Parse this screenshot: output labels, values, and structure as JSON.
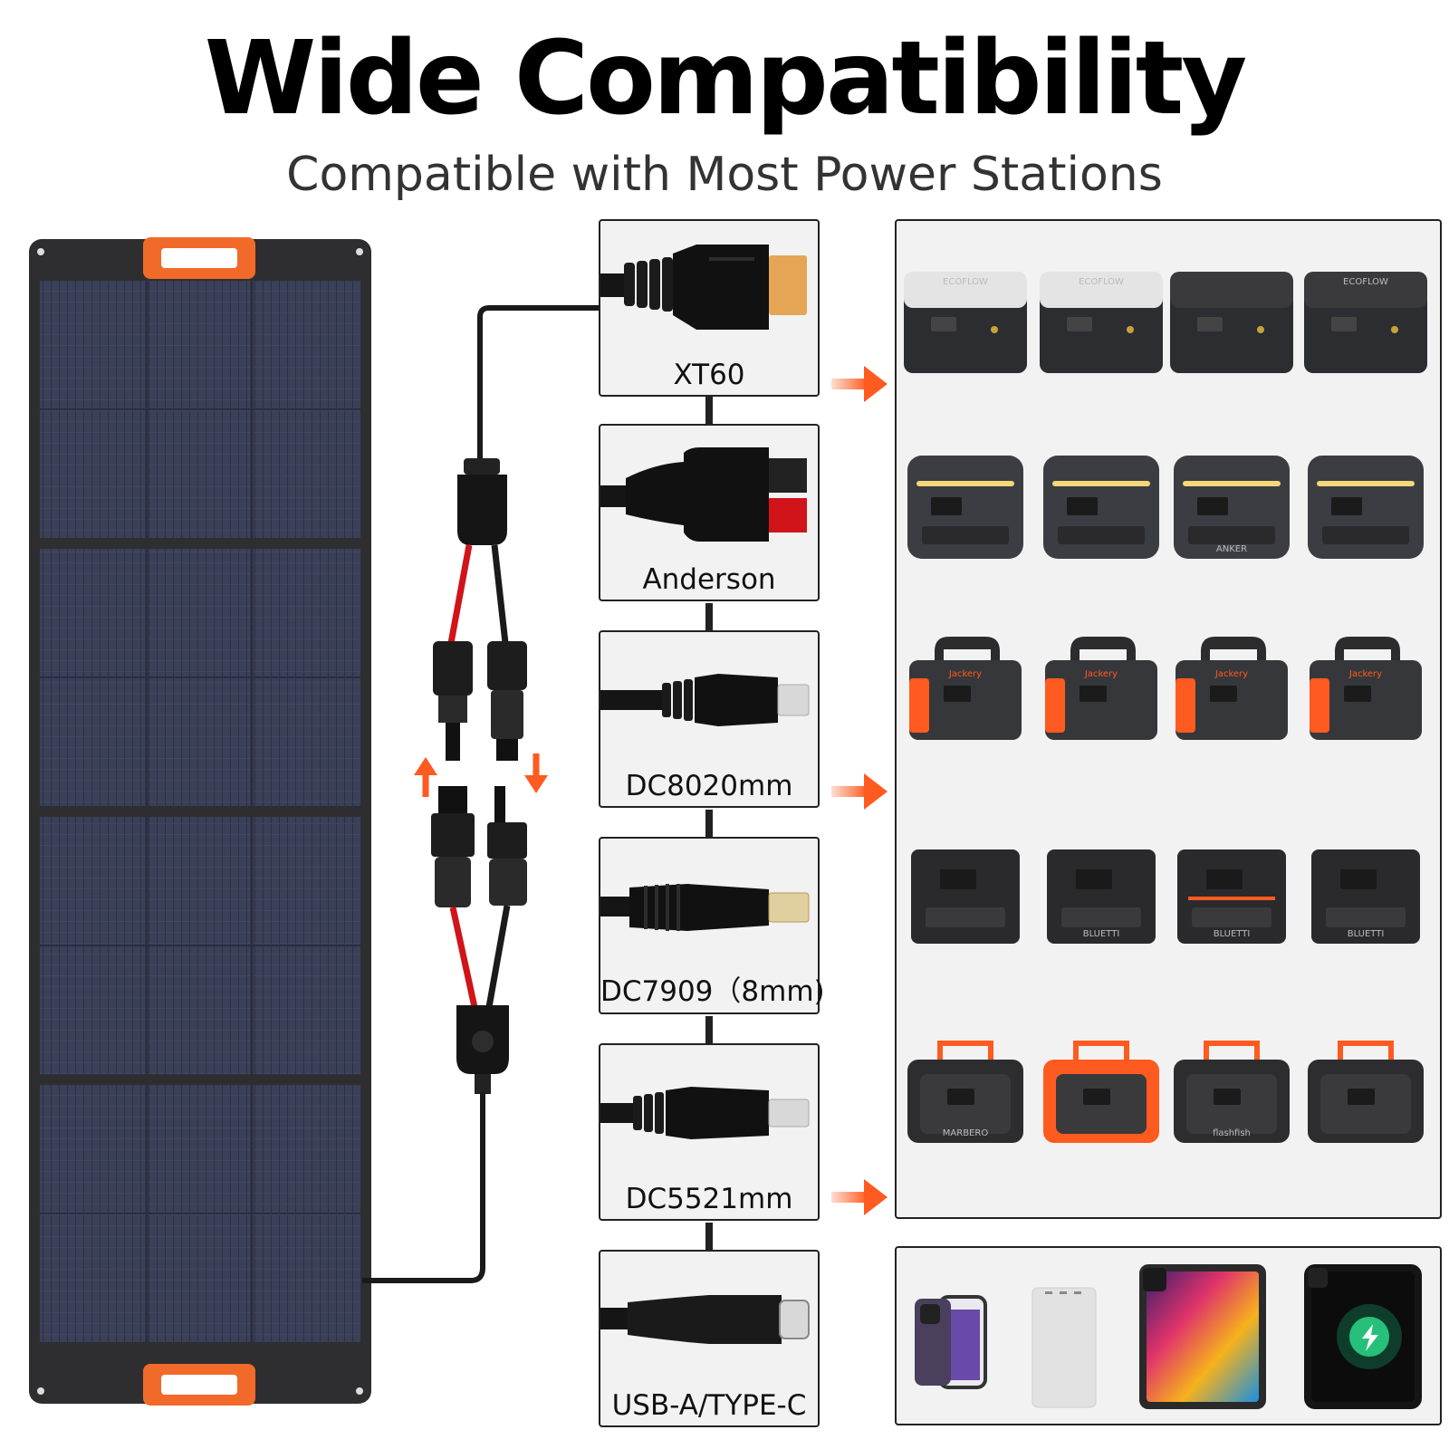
{
  "header": {
    "title": "Wide Compatibility",
    "subtitle": "Compatible with Most Power Stations"
  },
  "connectors": [
    {
      "label": "XT60",
      "icon": "xt60-connector-icon"
    },
    {
      "label": "Anderson",
      "icon": "anderson-connector-icon"
    },
    {
      "label": "DC8020mm",
      "icon": "dc8020-connector-icon"
    },
    {
      "label": "DC7909（8mm)",
      "icon": "dc7909-connector-icon"
    },
    {
      "label": "DC5521mm",
      "icon": "dc5521-connector-icon"
    },
    {
      "label": "USB-A/TYPE-C",
      "icon": "usb-c-connector-icon"
    }
  ],
  "devices": {
    "rows": [
      {
        "brand_marks": [
          "ECOFLOW",
          "ECOFLOW",
          "",
          "ECOFLOW"
        ]
      },
      {
        "brand_marks": [
          "",
          "",
          "ANKER",
          ""
        ]
      },
      {
        "brand_marks": [
          "Jackery",
          "Jackery",
          "Jackery",
          "Jackery"
        ]
      },
      {
        "brand_marks": [
          "",
          "BLUETTI",
          "BLUETTI",
          "BLUETTI"
        ]
      },
      {
        "brand_marks": [
          "MARBERO",
          "",
          "flashfish",
          ""
        ]
      }
    ],
    "small_devices": [
      "phone-icon",
      "power-bank-icon",
      "tablet-icon",
      "wireless-charging-tablet-icon"
    ]
  },
  "colors": {
    "accent": "#ff5a1f",
    "panel": "#3a3f58",
    "frame": "#2b2b2b",
    "handle": "#f26a2a",
    "cable_red": "#d0141a",
    "box_bg": "#f2f2f2"
  }
}
